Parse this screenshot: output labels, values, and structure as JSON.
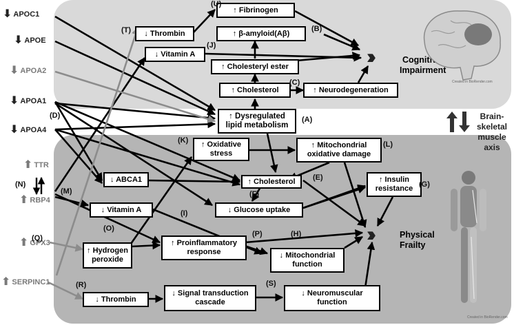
{
  "genes": {
    "apoc1": {
      "arrow": "⬇",
      "name": "APOC1"
    },
    "apoe": {
      "arrow": "⬇",
      "name": "APOE"
    },
    "apoa2": {
      "arrow": "⬇",
      "name": "APOA2"
    },
    "apoa1": {
      "arrow": "⬇",
      "name": "APOA1"
    },
    "apoa4": {
      "arrow": "⬇",
      "name": "APOA4"
    },
    "ttr": {
      "arrow": "⬆",
      "name": "TTR"
    },
    "rbp4": {
      "arrow": "⬆",
      "name": "RBP4"
    },
    "gpx3": {
      "arrow": "⬆",
      "name": "GPX3"
    },
    "serpinc1": {
      "arrow": "⬆",
      "name": "SERPINC1"
    }
  },
  "boxes": {
    "fibrinogen": "↑ Fibrinogen",
    "thrombin_top": "↓ Thrombin",
    "beta_amyloid": "↑ β-amyloid(Aβ)",
    "vitamin_a_top": "↓ Vitamin A",
    "cholesteryl_ester": "↑ Cholesteryl ester",
    "cholesterol_top": "↑ Cholesterol",
    "neurodegeneration": "↑ Neurodegeneration",
    "dysregulated_line1": "↑ Dysregulated",
    "dysregulated_line2": "lipid metabolism",
    "oxidative_line1": "↑ Oxidative",
    "oxidative_line2": "stress",
    "mito_ox_line1": "↑ Mitochondrial",
    "mito_ox_line2": "oxidative damage",
    "abca1": "↓ ABCA1",
    "cholesterol_bottom": "↑ Cholesterol",
    "insulin_line1": "↑ Insulin",
    "insulin_line2": "resistance",
    "glucose": "↓ Glucose uptake",
    "vitamin_a_bottom": "↓ Vitamin A",
    "hydrogen_line1": "↑ Hydrogen",
    "hydrogen_line2": "peroxide",
    "proinflam_line1": "↑ Proinflammatory",
    "proinflam_line2": "response",
    "mito_fn_line1": "↓ Mitochondrial",
    "mito_fn_line2": "function",
    "thrombin_bottom": "↓ Thrombin",
    "signal_line1": "↓ Signal transduction",
    "signal_line2": "cascade",
    "neuromuscular_line1": "↓ Neuromuscular",
    "neuromuscular_line2": "function"
  },
  "labels": {
    "a": "(A)",
    "b": "(B)",
    "c": "(C)",
    "d": "(D)",
    "e": "(E)",
    "f": "(F)",
    "g": "(G)",
    "h": "(H)",
    "i": "(I)",
    "j": "(J)",
    "k": "(K)",
    "l": "(L)",
    "m": "(M)",
    "n": "(N)",
    "o": "(O)",
    "p": "(P)",
    "q": "(Q)",
    "r": "(R)",
    "s": "(S)",
    "t": "(T)",
    "u": "(U)"
  },
  "outcomes": {
    "cognitive_line1": "Cognitive",
    "cognitive_line2": "Impairment",
    "frailty_line1": "Physical",
    "frailty_line2": "Frailty"
  },
  "axis": {
    "line1": "Brain-skeletal",
    "line2": "muscle axis"
  },
  "credits": {
    "brain": "Created in BioRender.com",
    "body": "Created in BioRender.com"
  },
  "colors": {
    "top_panel": "#d9d9d9",
    "bottom_panel": "#b5b5b5",
    "dark_gene": "#222222",
    "gray_gene": "#7a7a7a",
    "gray_arrow": "#8c8c8c"
  }
}
